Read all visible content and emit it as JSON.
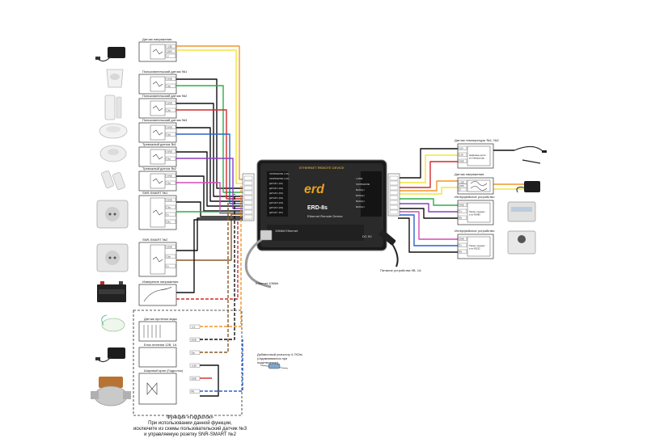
{
  "device": {
    "brand": "erd",
    "model": "ERD-8s",
    "title": "ETHERNET REMOTE DEVICE",
    "subtitle": "Ethernet Remote Device",
    "port_label": "10Mbit Ethernet",
    "power_label": "DC 9V",
    "left_pins": [
      "НАПРЯЖЕНИЕ 1 (Н1)",
      "НАПРЯЖЕНИЕ 2 (Н2)",
      "ДАТЧИК 1 (IN1)",
      "ДАТЧИК 2 (IN2)",
      "ДАТЧИК 3 (IN3)",
      "ДАТЧИК 4 (IN4)",
      "ДАТЧИК 5 (IN5)",
      "ДАТЧИК 6 (IN6)",
      "ДАТЧИК 7 (IN7)"
    ],
    "right_pins": [
      "1-WIRE",
      "НАПРЯЖЕНИЕ",
      "ВЫХОД 1",
      "ВЫХОД 2",
      "ВЫХОД 3",
      "ВЫХОД 4"
    ]
  },
  "left_sensors": [
    {
      "label": "Датчик напряжения",
      "pins": [
        "~220",
        "220V",
        "U"
      ]
    },
    {
      "label": "Пользовательский датчик №1",
      "pins": [
        "GND",
        "Out"
      ]
    },
    {
      "label": "Пользовательский датчик №2",
      "pins": [
        "GND",
        "Out"
      ]
    },
    {
      "label": "Пользовательский датчик №3",
      "pins": [
        "GND",
        "Out"
      ]
    },
    {
      "label": "Тревожный датчик №1",
      "pins": [
        "GND",
        "Out"
      ]
    },
    {
      "label": "Тревожный датчик №2",
      "pins": [
        "GND",
        "Out"
      ]
    },
    {
      "label": "SNR-SMART №1",
      "pins": [
        "GND",
        "Out",
        "In",
        "Din"
      ]
    },
    {
      "label": "SNR-SMART №2",
      "pins": [
        "GND",
        "Out",
        "In"
      ]
    },
    {
      "label": "Измерение напряжения",
      "pins": []
    }
  ],
  "water_block": {
    "sensor_label": "Датчик протечки воды",
    "psu_label": "Блок питания 12В, 1А",
    "valve_label": "Шаровый кран (Гидролок)",
    "resistor_label": "Добавочный резистор 4,7КОм (отдавливаются при подключении)",
    "pins": [
      "+12",
      "GND",
      "Out",
      "+12V",
      "GND",
      "PE"
    ]
  },
  "right_modules": [
    {
      "label": "Датчик температуры №1, №2",
      "inner": "Цифровые датчики температуры",
      "pins": [
        "+5V",
        "1-W",
        "GND"
      ]
    },
    {
      "label": "Датчик напряжения",
      "inner": "",
      "pins": [
        "~220",
        "220V",
        "U"
      ]
    },
    {
      "label": "Интерфейсное устройство",
      "inner": "Прием -передача по RS485",
      "pins": [
        "GND",
        "Tx",
        "Rx"
      ]
    },
    {
      "label": "Интерфейсное устройство",
      "inner": "Прием -передача по RS232",
      "pins": [
        "GND",
        "Tx",
        "Rx"
      ]
    }
  ],
  "ethernet_label": "Ethernet 10Mbit",
  "power_supply_label": "Питание устройства 9В, 1А",
  "caption": {
    "line1": "Функция «Гидролок»",
    "line2": "При использовании данной функции,",
    "line3": "исключите из схемы пользовательский датчик №3",
    "line4": "и управляемую розетку SNR-SMART №2"
  },
  "colors": {
    "orange": "#f0962b",
    "yellow": "#f2e53a",
    "green": "#2fae4a",
    "red": "#d42a2a",
    "blue": "#2b63c6",
    "purple": "#8a3fbf",
    "magenta": "#d44ab8",
    "brown": "#8a5a2b",
    "black": "#111111"
  }
}
